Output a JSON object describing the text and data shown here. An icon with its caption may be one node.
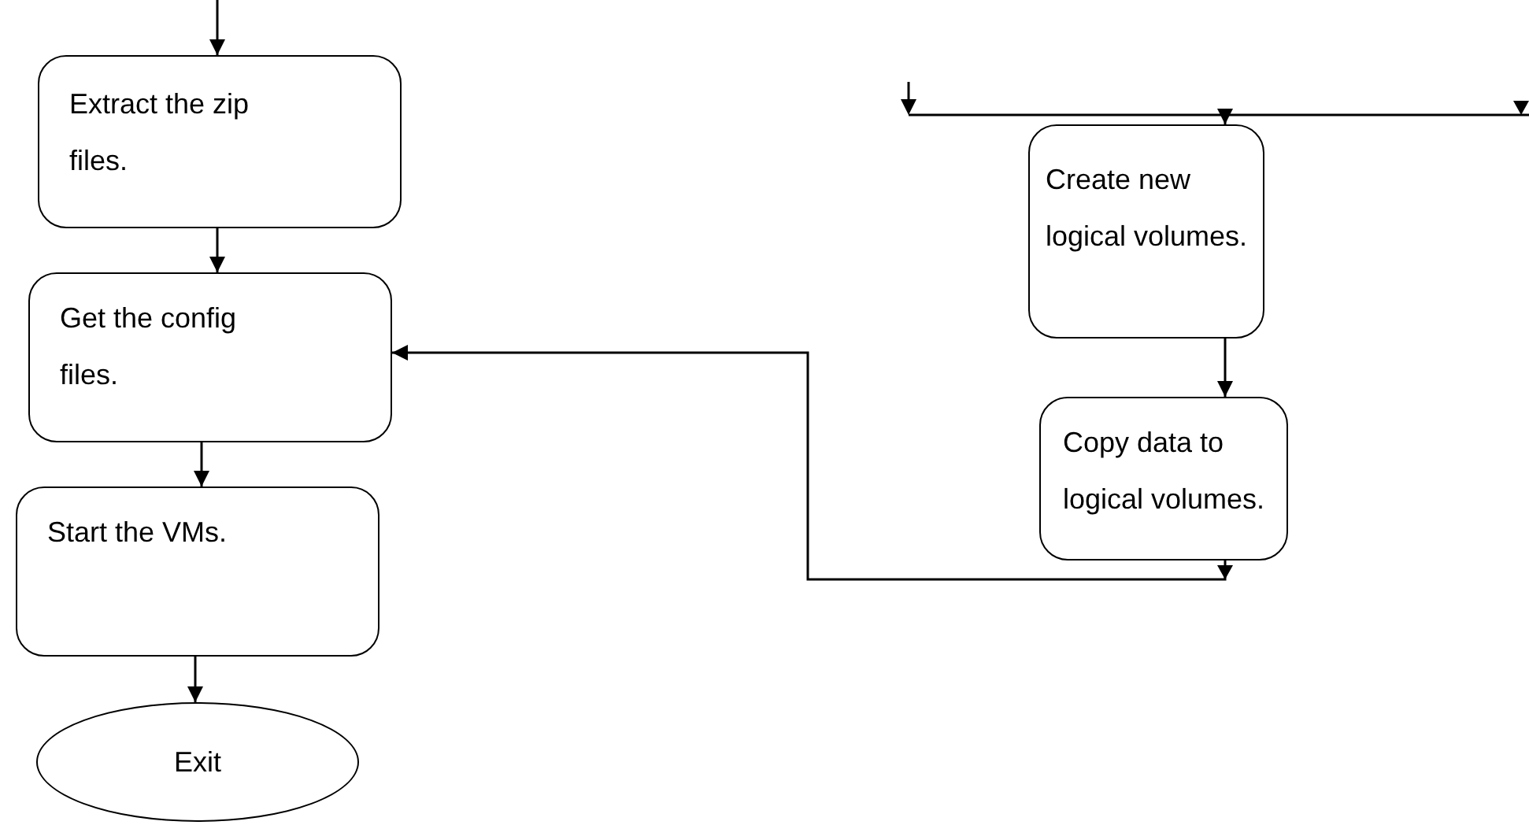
{
  "diagram": {
    "nodes": [
      {
        "text": [
          "Extract the zip files."
        ]
      },
      {
        "text": [
          "Get the config files."
        ]
      },
      {
        "text": [
          "Start the VMs."
        ]
      },
      {
        "text": [
          "Exit"
        ]
      },
      {
        "text": [
          "Create new logical volumes."
        ]
      },
      {
        "text": [
          "Copy data to logical volumes."
        ]
      }
    ],
    "edges": [
      {
        "from": null,
        "to": 0,
        "arrow": "to"
      },
      {
        "from": 0,
        "to": 1,
        "arrow": "to"
      },
      {
        "from": 1,
        "to": 2,
        "arrow": "to"
      },
      {
        "from": 2,
        "to": 3,
        "arrow": "to"
      },
      {
        "from": null,
        "to": 4,
        "arrow": "to"
      },
      {
        "from": 4,
        "to": 5,
        "arrow": "to"
      },
      {
        "from": 5,
        "to": 1,
        "arrow": "to"
      }
    ]
  }
}
